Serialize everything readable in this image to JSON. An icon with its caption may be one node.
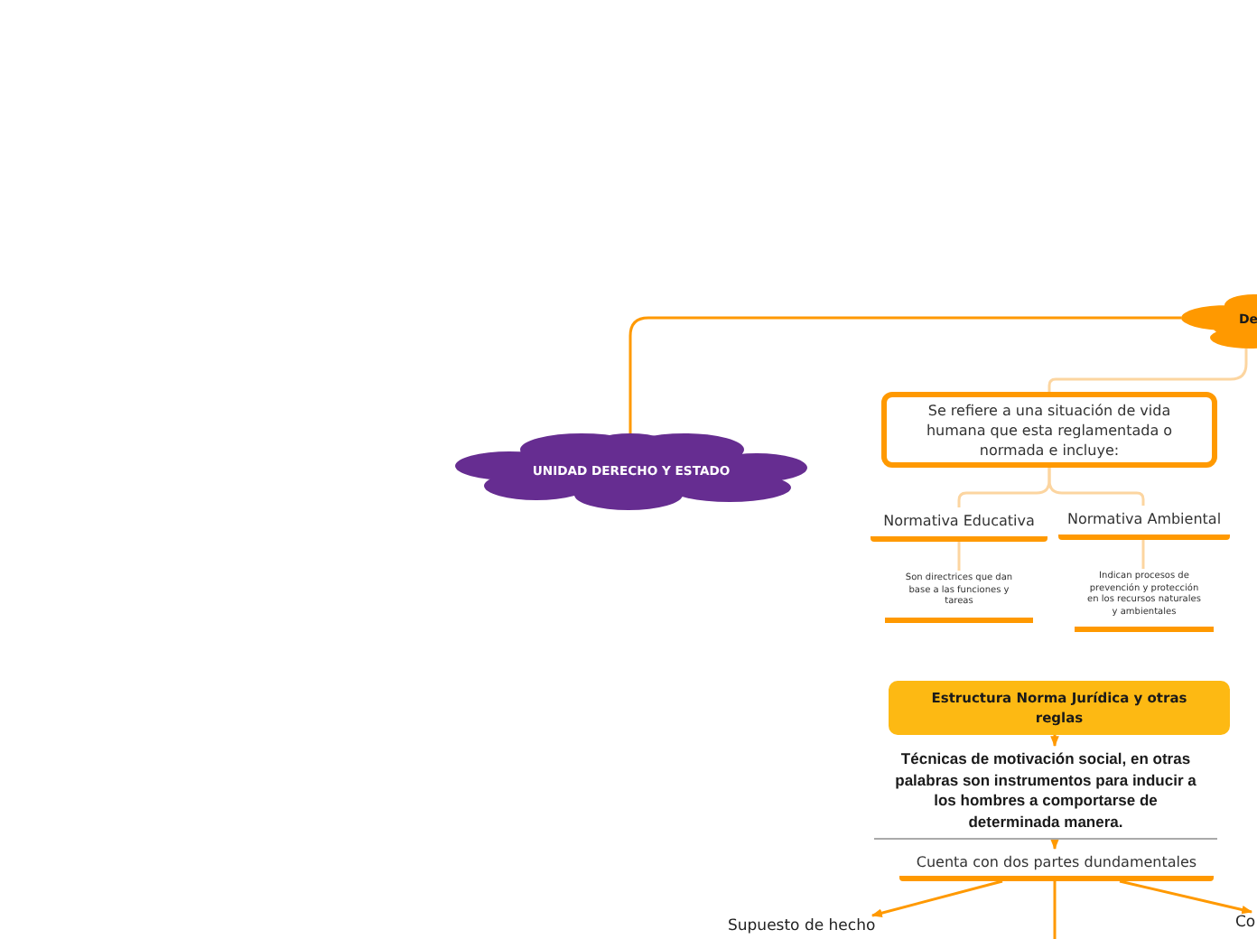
{
  "diagram": {
    "nodes": [
      {
        "text": [
          "UNIDAD DERECHO Y ESTADO"
        ]
      },
      {
        "text": [
          "De"
        ]
      },
      {
        "text": [
          "Se refiere a una situación de vida humana que esta reglamentada o normada e incluye:"
        ]
      },
      {
        "text": [
          "Normativa Educativa"
        ]
      },
      {
        "text": [
          "Normativa Ambiental"
        ]
      },
      {
        "text": [
          "Son directrices que dan base a las funciones y tareas"
        ]
      },
      {
        "text": [
          "Indican procesos de prevención y protección en los recursos naturales y ambientales"
        ]
      },
      {
        "text": [
          "Estructura Norma Jurídica y otras reglas"
        ]
      },
      {
        "text": [
          "Técnicas de motivación social, en otras palabras son instrumentos para inducir a los hombres a comportarse de determinada manera."
        ]
      },
      {
        "text": [
          "Cuenta con dos partes dundamentales"
        ]
      },
      {
        "text": [
          "Supuesto de hecho"
        ]
      },
      {
        "text": [
          "Co"
        ]
      }
    ],
    "edges": [
      {
        "from": 0,
        "to": 1,
        "arrow": "none"
      },
      {
        "from": 1,
        "to": 2,
        "arrow": "none",
        "color": "#fcd5a0"
      },
      {
        "from": 2,
        "to": 3,
        "arrow": "none",
        "color": "#fcd5a0"
      },
      {
        "from": 2,
        "to": 4,
        "arrow": "none",
        "color": "#fcd5a0"
      },
      {
        "from": 3,
        "to": 5,
        "arrow": "none",
        "color": "#fcd5a0"
      },
      {
        "from": 4,
        "to": 6,
        "arrow": "none",
        "color": "#fcd5a0"
      },
      {
        "from": 7,
        "to": 8,
        "arrow": "to"
      },
      {
        "from": 8,
        "to": 9,
        "arrow": "to"
      },
      {
        "from": 9,
        "to": 10,
        "arrow": "to"
      },
      {
        "from": 9,
        "to": 11,
        "arrow": "to"
      },
      {
        "from": 9,
        "to": null,
        "arrow": "none"
      }
    ]
  }
}
